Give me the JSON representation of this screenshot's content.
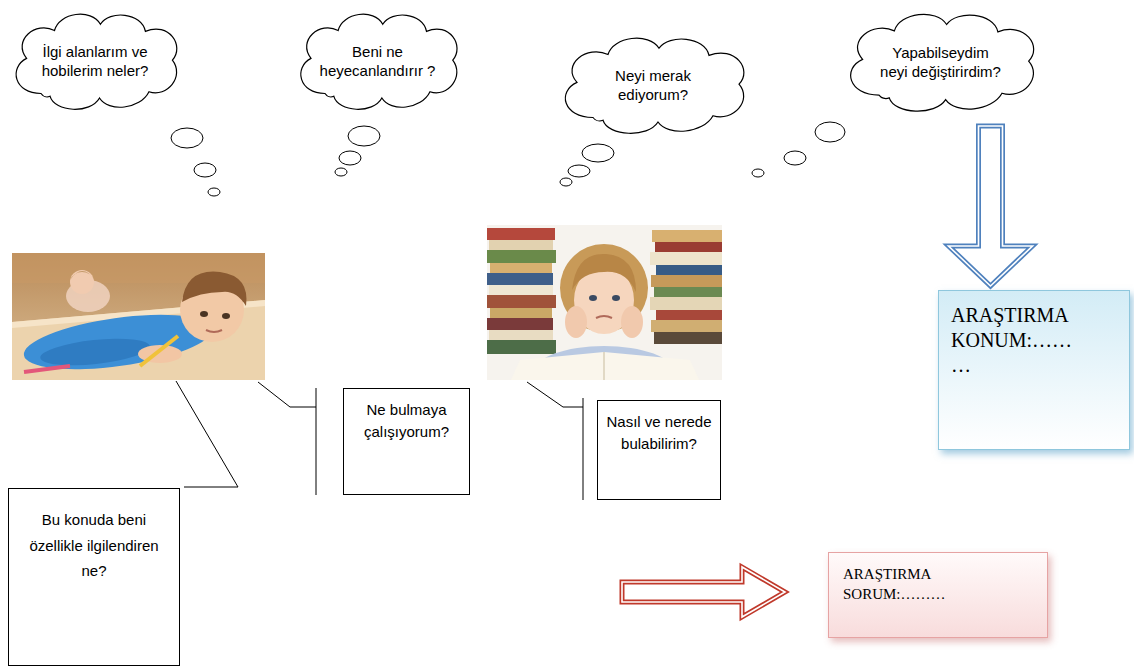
{
  "diagram": {
    "nodes": [
      {
        "text": [
          "İlgi alanlarım ve hobilerim neler?"
        ]
      },
      {
        "text": [
          "Beni ne heyecanlandırır ?"
        ]
      },
      {
        "text": [
          "Neyi merak ediyorum?"
        ]
      },
      {
        "text": [
          "Yapabilseydim neyi değiştirirdim?"
        ]
      },
      {
        "text": [
          "ARAŞTIRMA KONUM:…… …"
        ]
      },
      {
        "text": [
          "Ne bulmaya çalışıyorum?"
        ]
      },
      {
        "text": [
          "Nasıl ve nerede bulabilirim?"
        ]
      },
      {
        "text": [
          "Bu konuda beni özellikle ilgilendiren ne?"
        ]
      },
      {
        "text": [
          "ARAŞTIRMA SORUM:………"
        ]
      }
    ],
    "edges": [
      {
        "from": 3,
        "to": 4,
        "arrow": "to"
      }
    ]
  }
}
